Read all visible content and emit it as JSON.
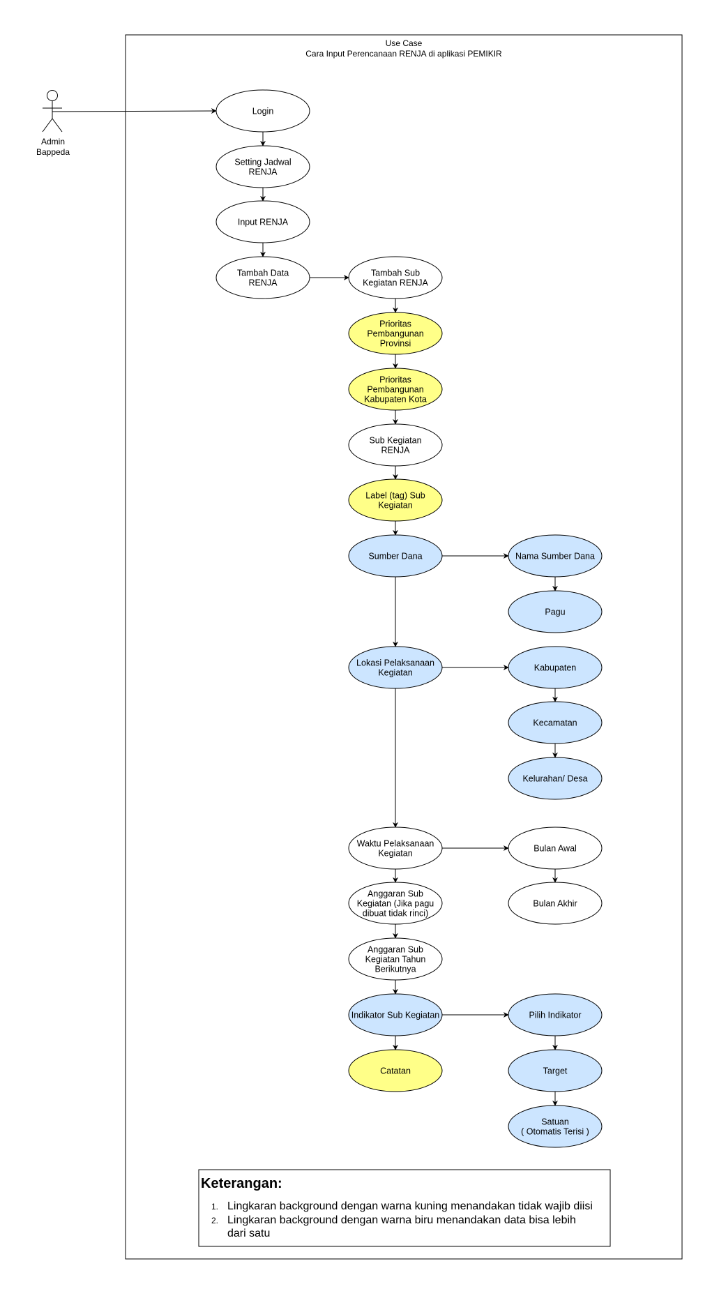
{
  "title_lines": [
    "Use Case",
    "Cara Input Perencanaan RENJA di aplikasi PEMIKIR"
  ],
  "colors": {
    "white": "#ffffff",
    "yellow": "#ffff88",
    "blue": "#cce5ff",
    "stroke": "#000000"
  },
  "actor": {
    "name_lines": [
      "Admin",
      "Bappeda"
    ]
  },
  "nodes": [
    {
      "id": "login",
      "lines": [
        "Login"
      ],
      "fill": "white"
    },
    {
      "id": "setting-jadwal-renja",
      "lines": [
        "Setting Jadwal",
        "RENJA"
      ],
      "fill": "white"
    },
    {
      "id": "input-renja",
      "lines": [
        "Input RENJA"
      ],
      "fill": "white"
    },
    {
      "id": "tambah-data-renja",
      "lines": [
        "Tambah Data",
        "RENJA"
      ],
      "fill": "white"
    },
    {
      "id": "tambah-sub-kegiatan-renja",
      "lines": [
        "Tambah Sub",
        "Kegiatan RENJA"
      ],
      "fill": "white"
    },
    {
      "id": "prioritas-provinsi",
      "lines": [
        "Prioritas",
        "Pembangunan",
        "Provinsi"
      ],
      "fill": "yellow"
    },
    {
      "id": "prioritas-kabupaten-kota",
      "lines": [
        "Prioritas",
        "Pembangunan",
        "Kabupaten Kota"
      ],
      "fill": "yellow"
    },
    {
      "id": "sub-kegiatan-renja",
      "lines": [
        "Sub Kegiatan",
        "RENJA"
      ],
      "fill": "white"
    },
    {
      "id": "label-tag",
      "lines": [
        "Label (tag) Sub",
        "Kegiatan"
      ],
      "fill": "yellow"
    },
    {
      "id": "sumber-dana",
      "lines": [
        "Sumber Dana"
      ],
      "fill": "blue"
    },
    {
      "id": "nama-sumber-dana",
      "lines": [
        "Nama Sumber Dana"
      ],
      "fill": "blue"
    },
    {
      "id": "pagu",
      "lines": [
        "Pagu"
      ],
      "fill": "blue"
    },
    {
      "id": "lokasi-pelaksanaan",
      "lines": [
        "Lokasi Pelaksanaan",
        "Kegiatan"
      ],
      "fill": "blue"
    },
    {
      "id": "kabupaten",
      "lines": [
        "Kabupaten"
      ],
      "fill": "blue"
    },
    {
      "id": "kecamatan",
      "lines": [
        "Kecamatan"
      ],
      "fill": "blue"
    },
    {
      "id": "kelurahan-desa",
      "lines": [
        "Kelurahan/ Desa"
      ],
      "fill": "blue"
    },
    {
      "id": "waktu-pelaksanaan",
      "lines": [
        "Waktu Pelaksanaan",
        "Kegiatan"
      ],
      "fill": "white"
    },
    {
      "id": "bulan-awal",
      "lines": [
        "Bulan Awal"
      ],
      "fill": "white"
    },
    {
      "id": "bulan-akhir",
      "lines": [
        "Bulan Akhir"
      ],
      "fill": "white"
    },
    {
      "id": "anggaran-sub-kegiatan",
      "lines": [
        "Anggaran Sub",
        "Kegiatan (Jika pagu",
        "dibuat tidak rinci)"
      ],
      "fill": "white"
    },
    {
      "id": "anggaran-tahun-berikutnya",
      "lines": [
        "Anggaran Sub",
        "Kegiatan Tahun",
        "Berikutnya"
      ],
      "fill": "white"
    },
    {
      "id": "indikator-sub-kegiatan",
      "lines": [
        "Indikator Sub Kegiatan"
      ],
      "fill": "blue"
    },
    {
      "id": "catatan",
      "lines": [
        "Catatan"
      ],
      "fill": "yellow"
    },
    {
      "id": "pilih-indikator",
      "lines": [
        "Pilih Indikator"
      ],
      "fill": "blue"
    },
    {
      "id": "target",
      "lines": [
        "Target"
      ],
      "fill": "blue"
    },
    {
      "id": "satuan",
      "lines": [
        "Satuan",
        "( Otomatis Terisi )"
      ],
      "fill": "blue"
    }
  ],
  "edges": [
    {
      "from": "actor",
      "to": "login"
    },
    {
      "from": "login",
      "to": "setting-jadwal-renja"
    },
    {
      "from": "setting-jadwal-renja",
      "to": "input-renja"
    },
    {
      "from": "input-renja",
      "to": "tambah-data-renja"
    },
    {
      "from": "tambah-data-renja",
      "to": "tambah-sub-kegiatan-renja"
    },
    {
      "from": "tambah-sub-kegiatan-renja",
      "to": "prioritas-provinsi"
    },
    {
      "from": "prioritas-provinsi",
      "to": "prioritas-kabupaten-kota"
    },
    {
      "from": "prioritas-kabupaten-kota",
      "to": "sub-kegiatan-renja"
    },
    {
      "from": "sub-kegiatan-renja",
      "to": "label-tag"
    },
    {
      "from": "label-tag",
      "to": "sumber-dana"
    },
    {
      "from": "sumber-dana",
      "to": "nama-sumber-dana"
    },
    {
      "from": "nama-sumber-dana",
      "to": "pagu"
    },
    {
      "from": "sumber-dana",
      "to": "lokasi-pelaksanaan"
    },
    {
      "from": "lokasi-pelaksanaan",
      "to": "kabupaten"
    },
    {
      "from": "kabupaten",
      "to": "kecamatan"
    },
    {
      "from": "kecamatan",
      "to": "kelurahan-desa"
    },
    {
      "from": "lokasi-pelaksanaan",
      "to": "waktu-pelaksanaan"
    },
    {
      "from": "waktu-pelaksanaan",
      "to": "bulan-awal"
    },
    {
      "from": "bulan-awal",
      "to": "bulan-akhir"
    },
    {
      "from": "waktu-pelaksanaan",
      "to": "anggaran-sub-kegiatan"
    },
    {
      "from": "anggaran-sub-kegiatan",
      "to": "anggaran-tahun-berikutnya"
    },
    {
      "from": "anggaran-tahun-berikutnya",
      "to": "indikator-sub-kegiatan"
    },
    {
      "from": "indikator-sub-kegiatan",
      "to": "catatan"
    },
    {
      "from": "indikator-sub-kegiatan",
      "to": "pilih-indikator"
    },
    {
      "from": "pilih-indikator",
      "to": "target"
    },
    {
      "from": "target",
      "to": "satuan"
    }
  ],
  "legend": {
    "title": "Keterangan:",
    "items": [
      {
        "num": "1.",
        "lines": [
          "Lingkaran background dengan warna kuning menandakan tidak wajib diisi"
        ]
      },
      {
        "num": "2.",
        "lines": [
          "Lingkaran background dengan warna biru menandakan data bisa lebih",
          "dari satu"
        ]
      }
    ]
  }
}
